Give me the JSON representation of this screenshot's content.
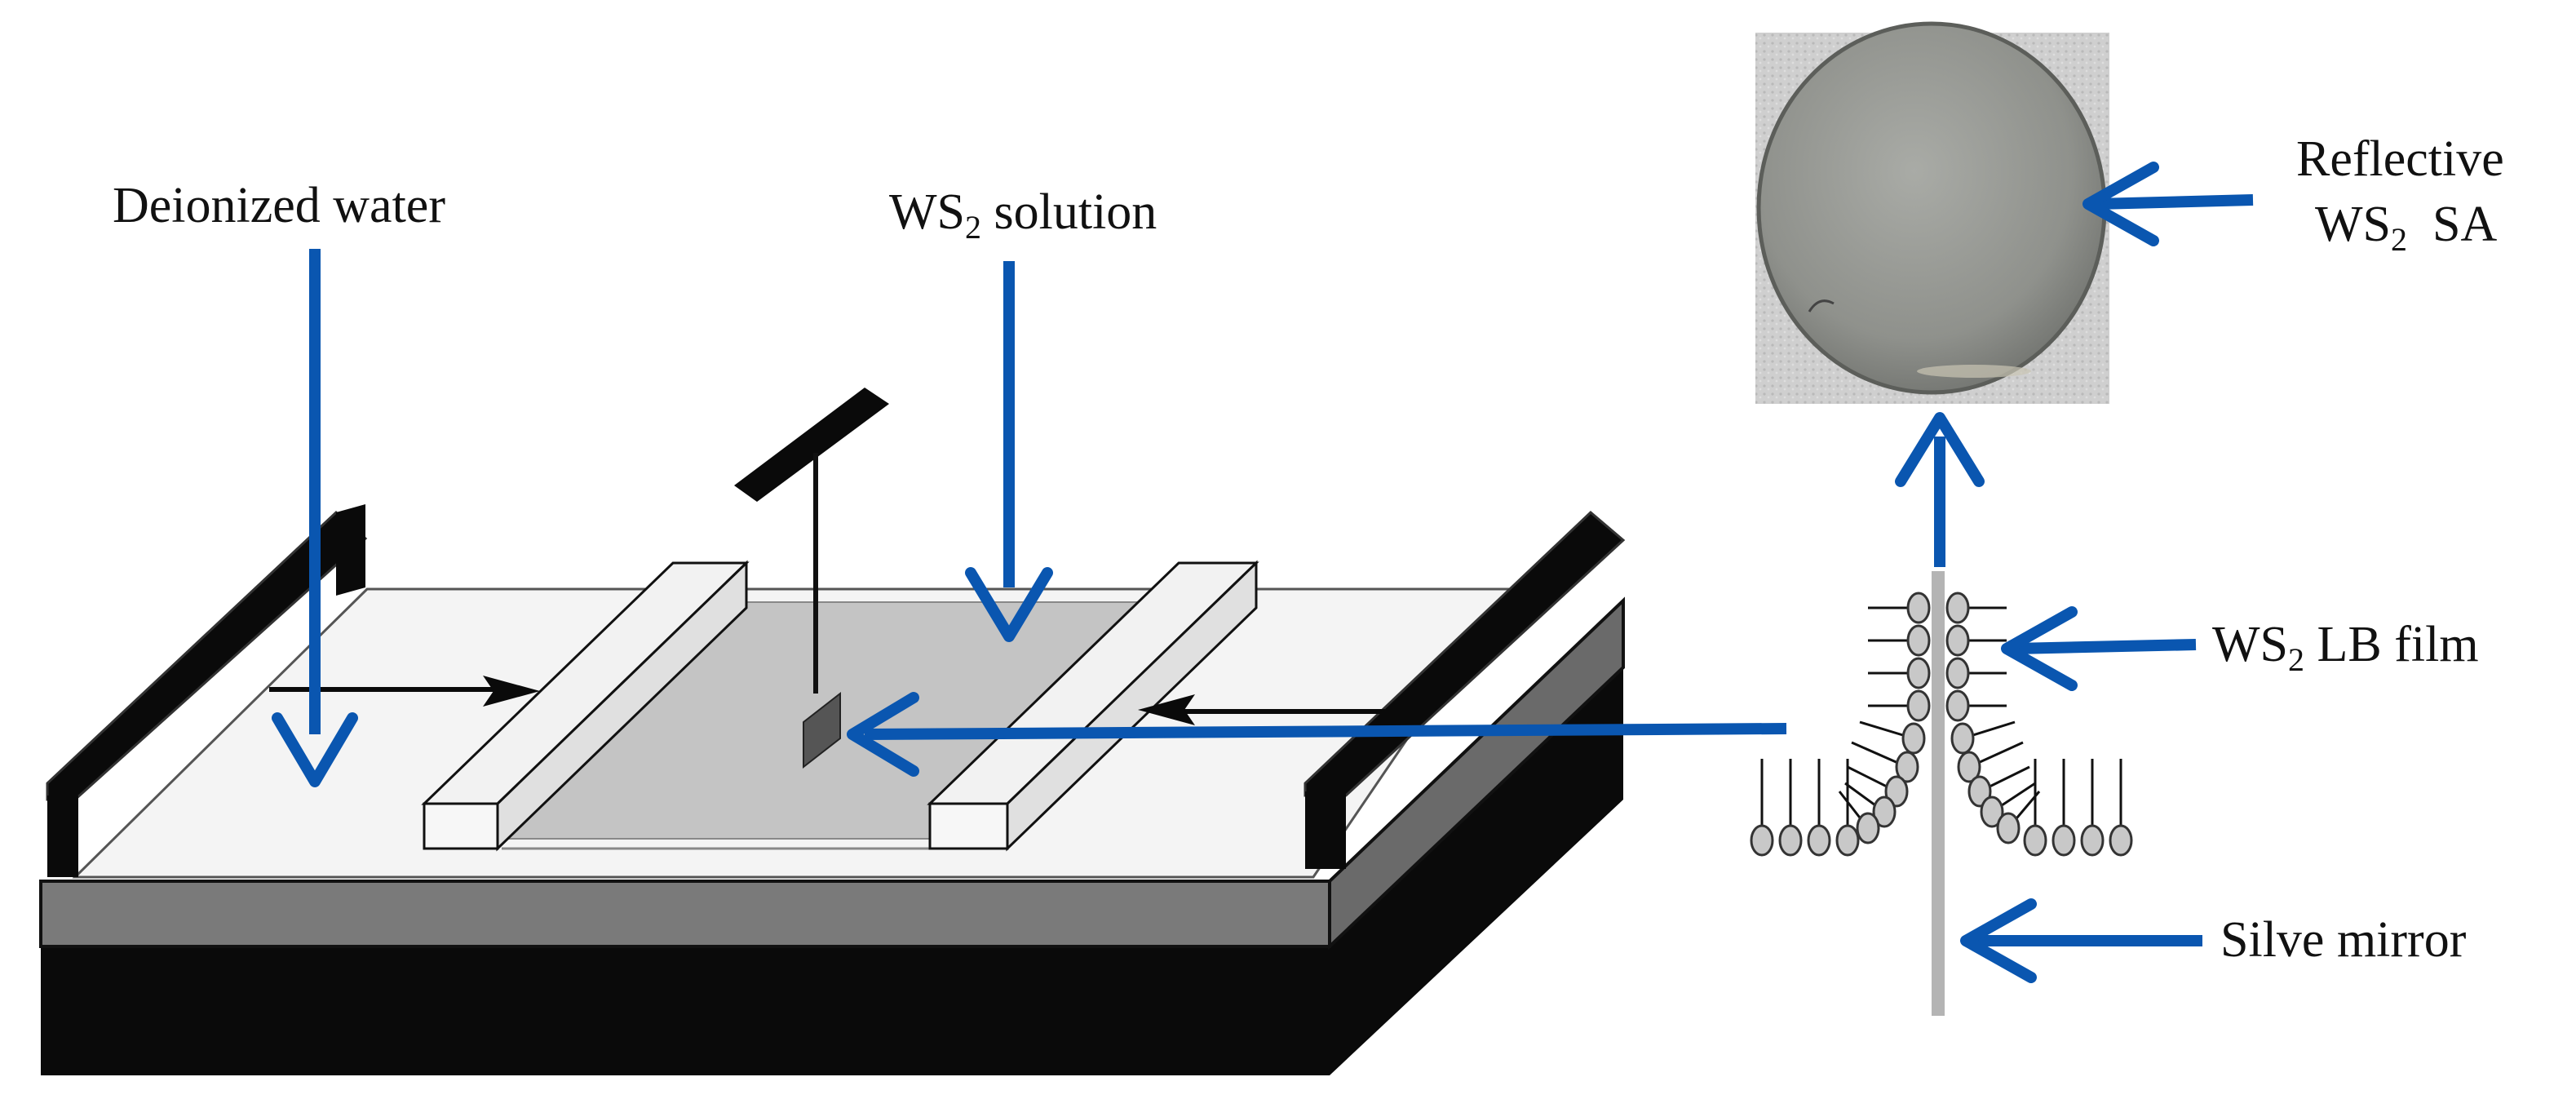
{
  "labels": {
    "deionized_water": "Deionized water",
    "ws2_solution": {
      "main": "WS",
      "subscript": "2",
      "rest": " solution"
    },
    "reflective_sa": {
      "line1": "Reflective",
      "main": "WS",
      "subscript": "2",
      "rest": "  SA"
    },
    "ws2_lb_film": {
      "main": "WS",
      "subscript": "2",
      "rest": " LB film"
    },
    "silver_mirror": "Silve mirror"
  },
  "colors": {
    "arrow_blue": "#0a56b0",
    "trough_black": "#0a0a0a",
    "trough_gray": "#7a7a7a",
    "water_surface": "#f4f4f4",
    "solution_area": "#c4c4c4",
    "barrier": "#f2f2f2",
    "mirror": "#b4b4b4",
    "molecule_head": "#c8c8c8"
  }
}
